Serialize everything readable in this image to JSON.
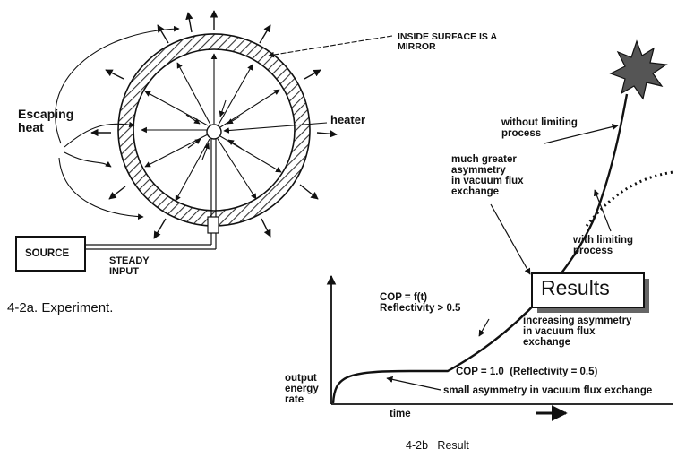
{
  "experiment": {
    "mirror_label": "INSIDE SURFACE IS A\nMIRROR",
    "escaping_label": "Escaping\nheat",
    "heater_label": "heater",
    "source_label": "SOURCE",
    "input_label": "STEADY\nINPUT",
    "caption": "4-2a. Experiment."
  },
  "result": {
    "without_label": "without limiting\nprocess",
    "much_greater_label": "much greater\nasymmetry\nin vacuum flux\nexchange",
    "with_label": "with limiting\nprocess",
    "results_box": "Results",
    "cop_ft_label": "COP = f(t)\nReflectivity > 0.5",
    "increasing_label": "increasing asymmetry\nin vacuum flux\nexchange",
    "cop_one_label": "COP = 1.0  (Reflectivity = 0.5)",
    "small_label": "small asymmetry in vacuum flux exchange",
    "y_axis_label": "output\nenergy\nrate",
    "x_axis_label": "time",
    "caption": "4-2b   Result"
  },
  "colors": {
    "ink": "#111111",
    "hatch": "#333333",
    "paper": "#ffffff"
  }
}
